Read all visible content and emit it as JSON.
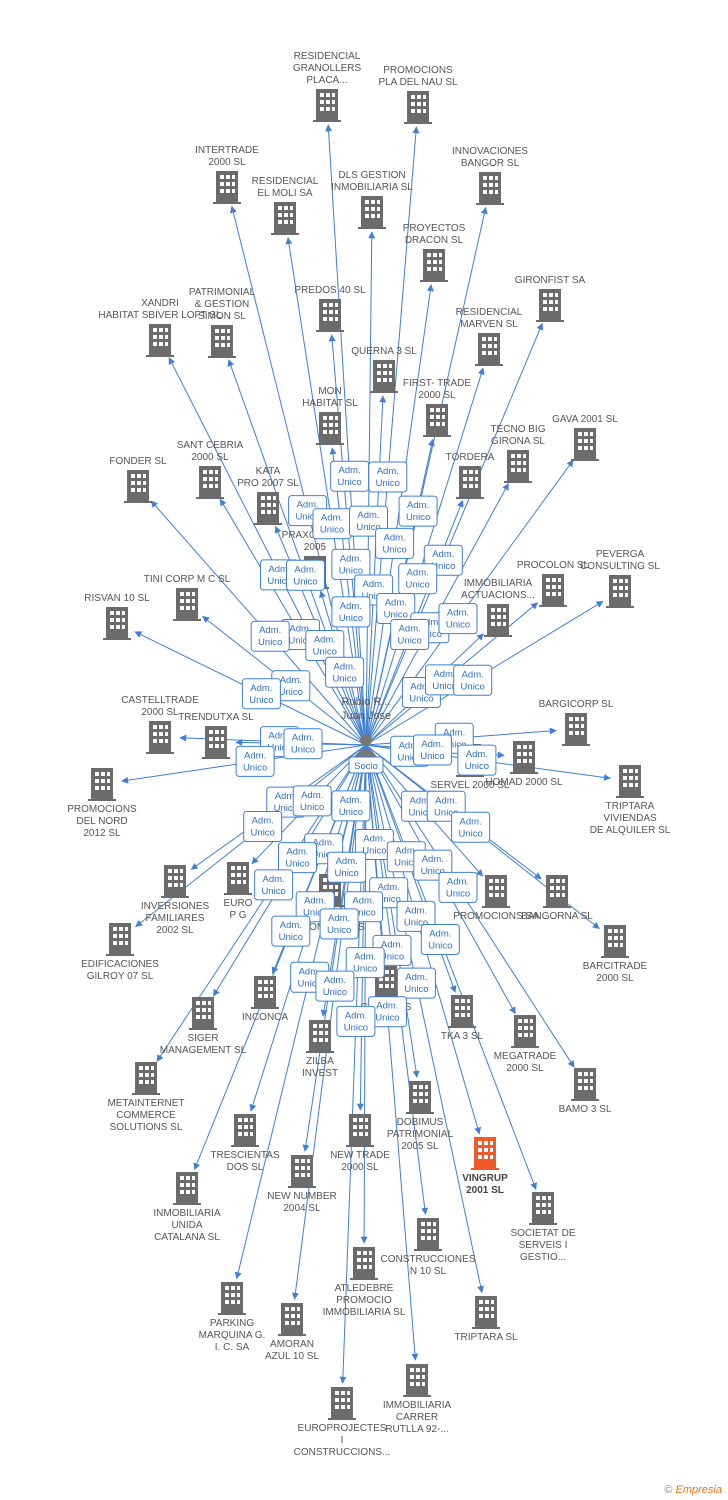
{
  "center": {
    "name_line1": "Rubio R...",
    "name_line2": "Juan Jose",
    "role_label": "Socio"
  },
  "colors": {
    "edge": "#3f7fd6",
    "building": "#6b6b6b",
    "highlight": "#ef5a2a"
  },
  "relationship_label": [
    "Adm.",
    "Unico"
  ],
  "companies": [
    {
      "name": [
        "RESIDENCIAL",
        "GRANOLLERS",
        "PLACA..."
      ]
    },
    {
      "name": [
        "PROMOCIONS",
        "PLA DEL NAU SL"
      ]
    },
    {
      "name": [
        "INTERTRADE",
        "2000 SL"
      ]
    },
    {
      "name": [
        "RESIDENCIAL",
        "EL MOLI SA"
      ]
    },
    {
      "name": [
        "DLS GESTION",
        "INMOBILIARIA SL"
      ]
    },
    {
      "name": [
        "INNOVACIONES",
        "BANGOR SL"
      ]
    },
    {
      "name": [
        "PROYECTOS",
        "DRACON SL"
      ]
    },
    {
      "name": [
        "GIRONFIST SA"
      ]
    },
    {
      "name": [
        "PREDOS 40 SL"
      ]
    },
    {
      "name": [
        "XANDRI",
        "HABITAT SBIVER LOFT SL"
      ]
    },
    {
      "name": [
        "PATRIMONIAL",
        "& GESTION",
        "SIMON SL"
      ]
    },
    {
      "name": [
        "RESIDENCIAL",
        "MARVEN SL"
      ]
    },
    {
      "name": [
        "QUERNA 3  SL"
      ]
    },
    {
      "name": [
        "FIRST- TRADE",
        "2000 SL"
      ]
    },
    {
      "name": [
        "MON",
        "HABITAT SL"
      ]
    },
    {
      "name": [
        "TECNO BIG",
        "GIRONA SL"
      ]
    },
    {
      "name": [
        "GAVA 2001 SL"
      ]
    },
    {
      "name": [
        "SANT CEBRIA",
        "2000 SL"
      ]
    },
    {
      "name": [
        "FONDER SL"
      ]
    },
    {
      "name": [
        "KATA",
        "PRO 2007 SL"
      ]
    },
    {
      "name": [
        "TORDERA"
      ]
    },
    {
      "name": [
        "PRAXO GRUP",
        "2005"
      ]
    },
    {
      "name": [
        "IMMOBILIARIA",
        "ACTUACIONS..."
      ]
    },
    {
      "name": [
        "PROCOLON SL"
      ]
    },
    {
      "name": [
        "PEVERGA",
        "CONSULTING SL"
      ]
    },
    {
      "name": [
        "TINI CORP M C SL"
      ]
    },
    {
      "name": [
        "RISVAN 10 SL"
      ]
    },
    {
      "name": [
        "CASTELLTRADE",
        "2000 SL"
      ]
    },
    {
      "name": [
        "TRENDUTXA SL"
      ]
    },
    {
      "name": [
        "BARGICORP SL"
      ]
    },
    {
      "name": [
        "PROMOCIONS",
        "DEL NORD",
        "2012  SL"
      ]
    },
    {
      "name": [
        "SERVEL 2000 SL"
      ]
    },
    {
      "name": [
        "HOMAD 2000 SL"
      ]
    },
    {
      "name": [
        "TRIPTARA",
        "VIVIENDAS",
        "DE ALQUILER SL"
      ]
    },
    {
      "name": [
        "INVERSIONES",
        "FAMILIARES",
        "2002 SL"
      ]
    },
    {
      "name": [
        "EURO",
        "P G"
      ]
    },
    {
      "name": [
        "GRUPO",
        "PROMOCIONS"
      ]
    },
    {
      "name": [
        "PROMOCIONS SA"
      ]
    },
    {
      "name": [
        "BANGORNA SL"
      ]
    },
    {
      "name": [
        "EDIFICACIONES",
        "GILROY 07 SL"
      ]
    },
    {
      "name": [
        "BARCITRADE",
        "2000 SL"
      ]
    },
    {
      "name": [
        "INCONCA"
      ]
    },
    {
      "name": [
        "CAMBRILS"
      ]
    },
    {
      "name": [
        "TKA 3 SL"
      ]
    },
    {
      "name": [
        "SIGER",
        "MANAGEMENT SL"
      ]
    },
    {
      "name": [
        "ZILBA",
        "INVEST"
      ]
    },
    {
      "name": [
        "MEGATRADE",
        "2000 SL"
      ]
    },
    {
      "name": [
        "BAMO 3 SL"
      ]
    },
    {
      "name": [
        "METAINTERNET",
        "COMMERCE",
        "SOLUTIONS SL"
      ]
    },
    {
      "name": [
        "TRESCIENTAS",
        "DOS SL"
      ]
    },
    {
      "name": [
        "DOBIMUS",
        "PATRIMONIAL",
        "2005 SL"
      ]
    },
    {
      "name": [
        "NEW TRADE",
        "2000 SL"
      ]
    },
    {
      "name": [
        "VINGRUP",
        "2001 SL"
      ]
    },
    {
      "name": [
        "NEW NUMBER",
        "2004 SL"
      ]
    },
    {
      "name": [
        "INMOBILIARIA",
        "UNIDA",
        "CATALANA SL"
      ]
    },
    {
      "name": [
        "SOCIETAT DE",
        "SERVEIS I",
        "GESTIO..."
      ]
    },
    {
      "name": [
        "CONSTRUCCIONES",
        "N 10 SL"
      ]
    },
    {
      "name": [
        "ATLEDEBRE",
        "PROMOCIO",
        "IMMOBILIARIA SL"
      ]
    },
    {
      "name": [
        "PARKING",
        "MARQUINA G.",
        "I. C. SA"
      ]
    },
    {
      "name": [
        "AMORAN",
        "AZUL 10 SL"
      ]
    },
    {
      "name": [
        "TRIPTARA SL"
      ]
    },
    {
      "name": [
        "IMMOBILIARIA",
        "CARRER",
        "RUTLLA 92-..."
      ]
    },
    {
      "name": [
        "EUROPROJECTES",
        "I",
        "CONSTRUCCIONS..."
      ]
    }
  ],
  "footer": {
    "copyright": "©",
    "brand": "Empresia"
  }
}
